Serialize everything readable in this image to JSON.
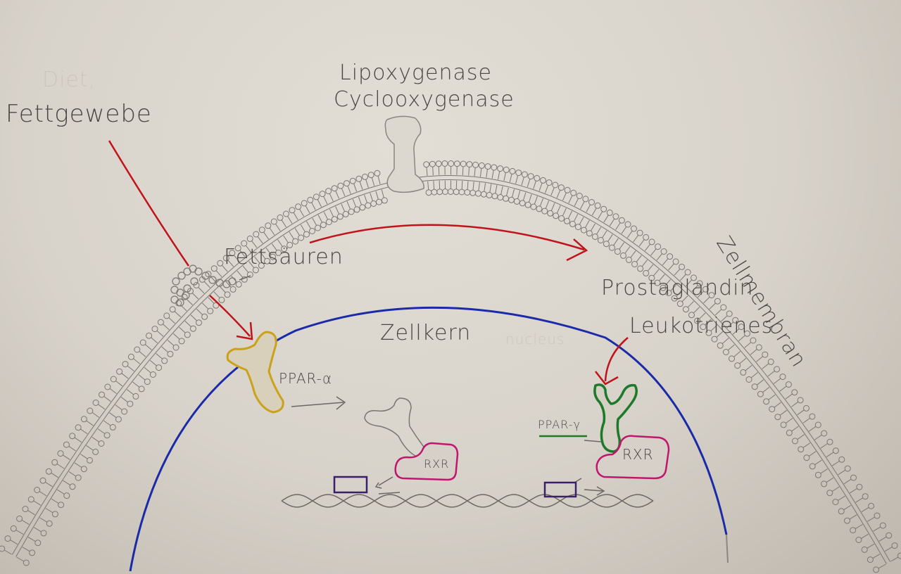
{
  "labels": {
    "diet": "Diet,",
    "fettgewebe": "Fettgewebe",
    "lipoxygenase": "Lipoxygenase",
    "cyclooxygenase": "Cyclooxygenase",
    "zellmembran": "Zellmembran",
    "fettsauren": "Fettsäuren",
    "prostaglandin": "Prostaglandin",
    "leukotrienes": "Leukotrienes",
    "zellkern": "Zellkern",
    "nucleus": "nucleus",
    "ppar_alpha": "PPAR-α",
    "ppar_gamma": "PPAR-γ",
    "rxr_left": "RXR",
    "rxr_right": "RXR"
  },
  "colors": {
    "paper": "#d9d4cb",
    "pencil": "#6b6763",
    "arrow_red": "#c0141b",
    "nucleus_blue": "#1b2aa8",
    "ppar_alpha_yellow": "#c9a21a",
    "ppar_gamma_green": "#1d7a2a",
    "rxr_magenta": "#c0166e",
    "promoter_purple": "#3a1f6a"
  }
}
